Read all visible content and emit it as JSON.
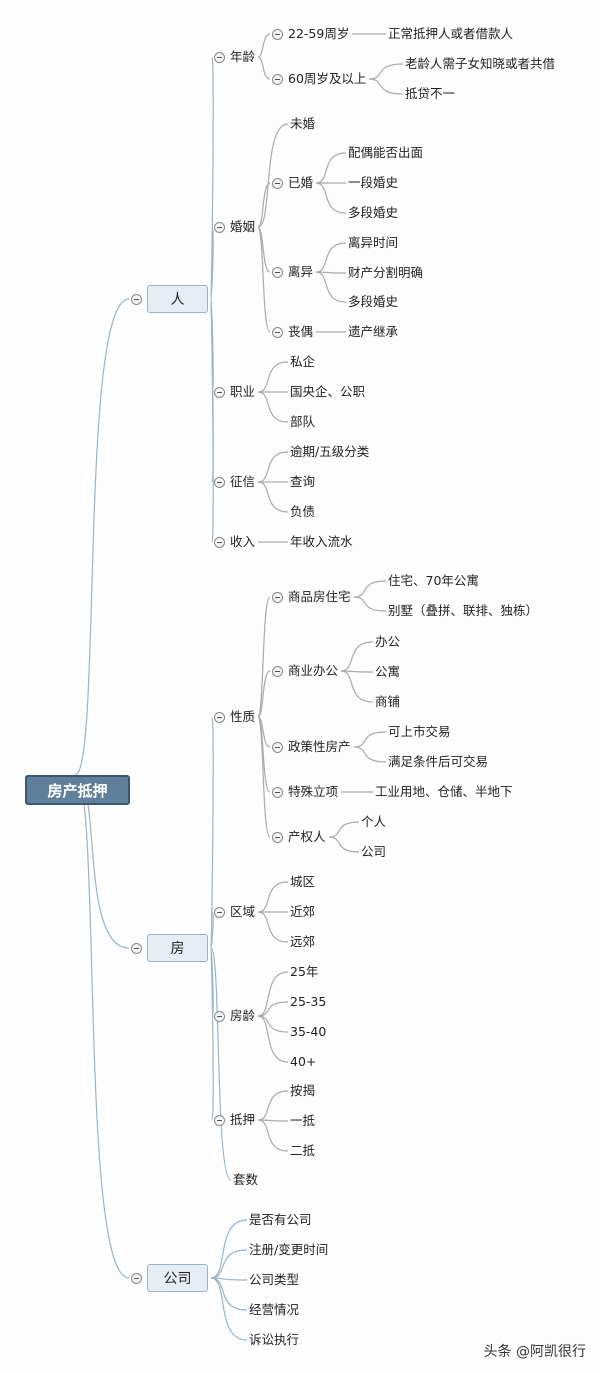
{
  "root": "房产抵押",
  "person": {
    "label": "人",
    "age": {
      "label": "年龄",
      "a": "22-59周岁",
      "a1": "正常抵押人或者借款人",
      "b": "60周岁及以上",
      "b1": "老龄人需子女知晓或者共借",
      "b2": "抵贷不一"
    },
    "marriage": {
      "label": "婚姻",
      "single": "未婚",
      "married": "已婚",
      "m1": "配偶能否出面",
      "m2": "一段婚史",
      "m3": "多段婚史",
      "divorced": "离异",
      "d1": "离异时间",
      "d2": "财产分割明确",
      "d3": "多段婚史",
      "widowed": "丧偶",
      "w1": "遗产继承"
    },
    "job": {
      "label": "职业",
      "items": [
        "私企",
        "国央企、公职",
        "部队"
      ]
    },
    "credit": {
      "label": "征信",
      "items": [
        "逾期/五级分类",
        "查询",
        "负债"
      ]
    },
    "income": {
      "label": "收入",
      "items": [
        "年收入流水"
      ]
    }
  },
  "house": {
    "label": "房",
    "nature": {
      "label": "性质",
      "commercial": {
        "label": "商品房住宅",
        "items": [
          "住宅、70年公寓",
          "别墅（叠拼、联排、独栋）"
        ]
      },
      "office": {
        "label": "商业办公",
        "items": [
          "办公",
          "公寓",
          "商铺"
        ]
      },
      "policy": {
        "label": "政策性房产",
        "items": [
          "可上市交易",
          "满足条件后可交易"
        ]
      },
      "special": {
        "label": "特殊立项",
        "items": [
          "工业用地、仓储、半地下"
        ]
      },
      "owner": {
        "label": "产权人",
        "items": [
          "个人",
          "公司"
        ]
      }
    },
    "area": {
      "label": "区域",
      "items": [
        "城区",
        "近郊",
        "远郊"
      ]
    },
    "age": {
      "label": "房龄",
      "items": [
        "25年",
        "25-35",
        "35-40",
        "40+"
      ]
    },
    "mortgage": {
      "label": "抵押",
      "items": [
        "按揭",
        "一抵",
        "二抵"
      ]
    },
    "count": {
      "label": "套数"
    }
  },
  "company": {
    "label": "公司",
    "items": [
      "是否有公司",
      "注册/变更时间",
      "公司类型",
      "经营情况",
      "诉讼执行"
    ]
  },
  "watermark": "头条 @阿凯很行"
}
